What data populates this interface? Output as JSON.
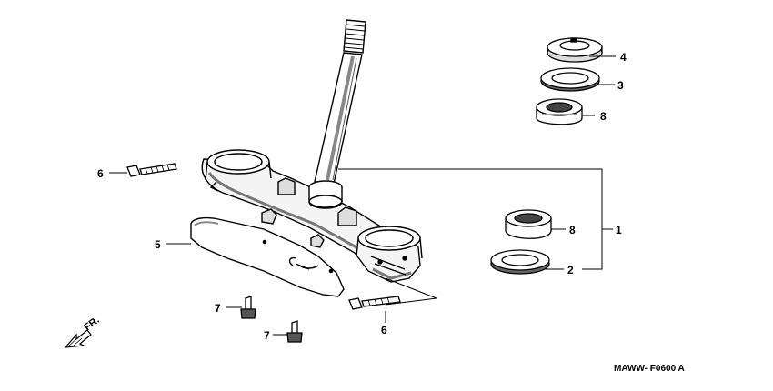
{
  "diagram": {
    "callouts": {
      "c1": "1",
      "c2": "2",
      "c3": "3",
      "c4": "4",
      "c5": "5",
      "c6_left": "6",
      "c6_bottom": "6",
      "c7_upper": "7",
      "c7_lower": "7",
      "c8_upper": "8",
      "c8_right": "8"
    },
    "front_label": "FR.",
    "drawing_code": "MAWW- F0600 A"
  }
}
